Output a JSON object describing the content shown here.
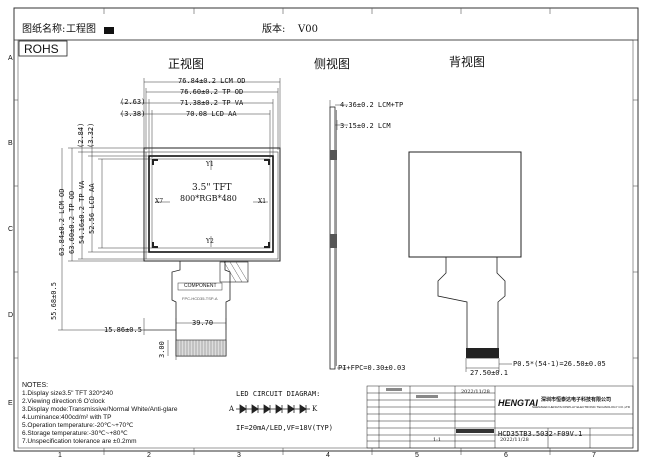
{
  "header": {
    "drawing_name_label": "图纸名称:",
    "drawing_name_value": "工程图",
    "version_label": "版本:",
    "version_value": "V00"
  },
  "rohs_label": "ROHS",
  "views": {
    "front": "正视图",
    "side": "侧视图",
    "back": "背视图"
  },
  "grid": {
    "columns": [
      "1",
      "2",
      "3",
      "4",
      "5",
      "6",
      "7"
    ],
    "rows": [
      "A",
      "B",
      "C",
      "D",
      "E"
    ]
  },
  "front_dims": {
    "lcm_od": "76.84±0.2 LCM OD",
    "tp_od": "76.60±0.2 TP OD",
    "tp_va": "71.38±0.2 TP VA",
    "lcd_aa": "70.08 LCD AA",
    "left_offset_1": "(2.63)",
    "left_offset_2": "(3.38)",
    "v_offset_1": "(2.84)",
    "v_offset_2": "(3.32)",
    "v_lcm_od": "63.84±0.2 LCM OD",
    "v_tp_od": "63.60±0.2 TP OD",
    "v_tp_va": "54.16±0.2 TP VA",
    "v_lcd_aa": "52.56 LCD AA",
    "total_height": "55.68±0.5",
    "fpc_offset": "15.86±0.5",
    "fpc_width": "39.70",
    "fpc_small": "3.00"
  },
  "screen": {
    "size": "3.5\" TFT",
    "resolution": "800*RGB*480",
    "y1": "Y1",
    "y2": "Y2",
    "x1": "X1",
    "x7": "X7",
    "component_label": "COMPONENT",
    "fpc_label": "FPC-HCD35-TSP-A"
  },
  "side_dims": {
    "lcm_tp": "4.36±0.2 LCM+TP",
    "lcm": "3.15±0.2 LCM",
    "fpc_thickness": "PI+FPC=0.30±0.03"
  },
  "back_dims": {
    "pitch": "P0.5*(54-1)=26.50±0.05",
    "width": "27.50±0.1"
  },
  "notes": {
    "title": "NOTES:",
    "items": [
      "1.Display size3.5\" TFT 320*240",
      "2.Viewing direction:6 O'clock",
      "3.Display mode:Transmissive/Normal White/Anti-glare",
      "4.Luminance:400cd/m² with TP",
      "5.Operation temperature:-20℃~+70℃",
      "6.Storage temperature:-30℃~+80℃",
      "7.Unspecification tolerance are ±0.2mm"
    ]
  },
  "led": {
    "title": "LED CIRCUIT DIAGRAM:",
    "anode": "A",
    "cathode": "K",
    "spec": "IF=20mA/LED,VF=18V(TYP)"
  },
  "title_block": {
    "company_cn": "深圳市恒泰达电子科技有限公司",
    "company_en": "SHENZHEN HENGTAI DISPLAY ELECTRONIC TECHNOLOGY CO.,LTD",
    "logo": "HENGTAI",
    "part_number": "HCD35TB3.5032-F09V.1",
    "date": "2022/11/28",
    "date2": "2022/11/28",
    "scale_label": "1:1"
  }
}
